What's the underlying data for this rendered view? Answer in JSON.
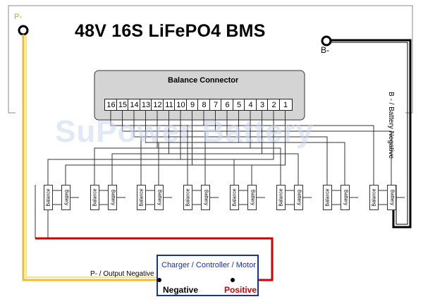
{
  "title": "48V 16S LiFePO4 BMS",
  "terminals": {
    "p_minus": "P-",
    "b_minus": "B-"
  },
  "balance_connector": {
    "title": "Balance Connector",
    "pins": [
      "16",
      "15",
      "14",
      "13",
      "12",
      "11",
      "10",
      "9",
      "8",
      "7",
      "6",
      "5",
      "4",
      "3",
      "2",
      "1"
    ]
  },
  "cell_labels": {
    "balance": "Balance",
    "battery": "Battery"
  },
  "load": {
    "title": "Charger / Controller / Motor",
    "negative": "Negative",
    "positive": "Positive"
  },
  "wire_labels": {
    "output_negative": "P- / Output Negative",
    "battery_negative": "B - / Battery Negative"
  },
  "watermark": "SuPower Battery",
  "colors": {
    "p_wire": "#f0c020",
    "pos_wire": "#d00000",
    "neg_wire": "#000000",
    "load_border": "#1a32a0"
  }
}
